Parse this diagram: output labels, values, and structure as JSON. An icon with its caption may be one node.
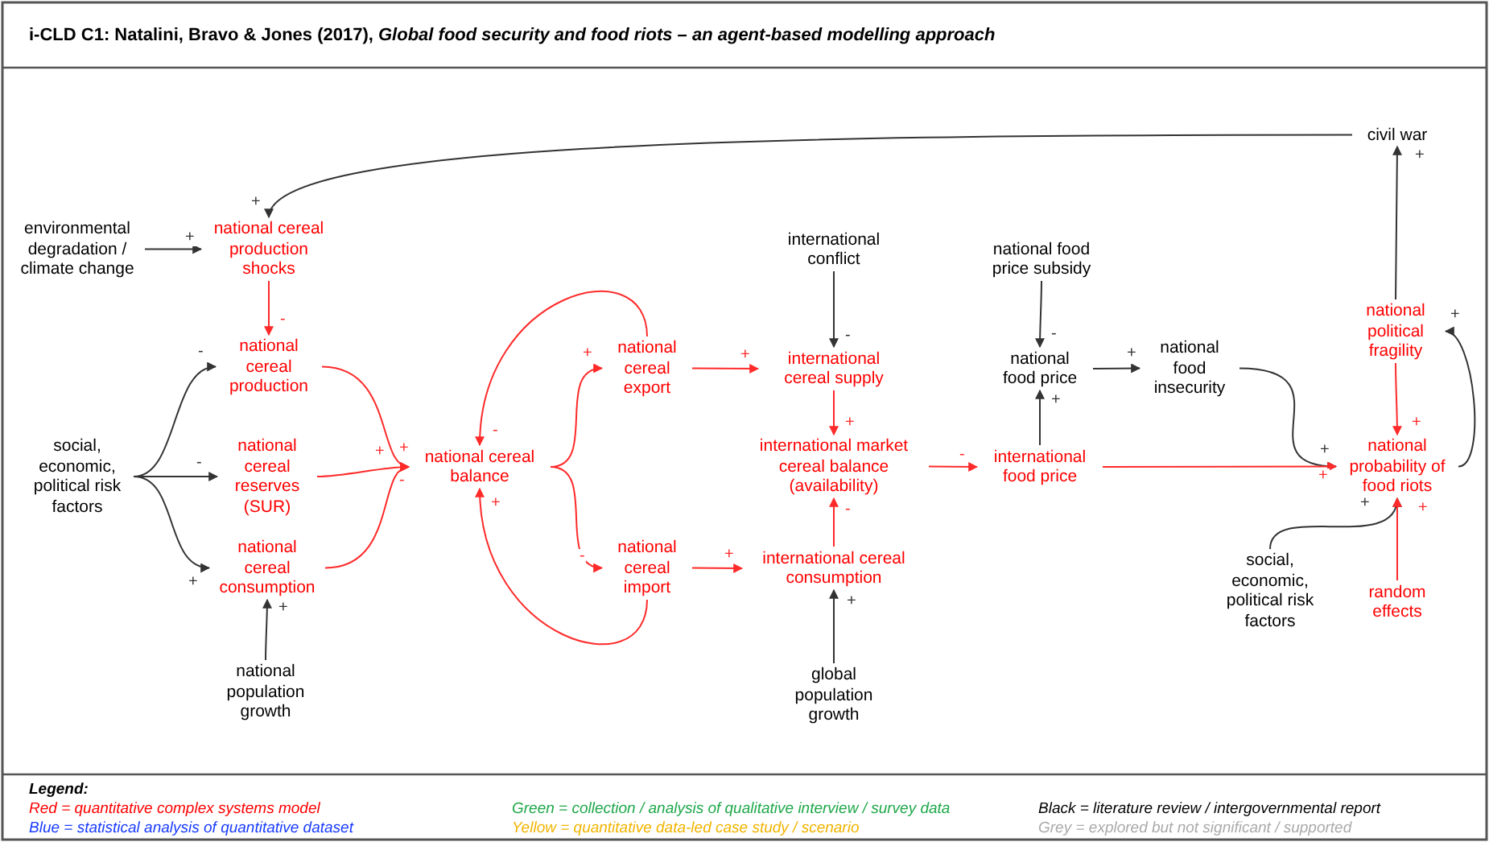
{
  "diagram": {
    "title": "i-CLD C1: Natalini, Bravo & Jones (2017), *Global food security and food riots – an agent-based modelling approach*",
    "nodes": [
      {
        "text": [
          "environmental degradation / climate change"
        ]
      },
      {
        "text": [
          "national cereal production shocks"
        ]
      },
      {
        "text": [
          "national cereal production"
        ]
      },
      {
        "text": [
          "social, economic, political risk factors"
        ]
      },
      {
        "text": [
          "national cereal reserves (SUR)"
        ]
      },
      {
        "text": [
          "national cereal consumption"
        ]
      },
      {
        "text": [
          "national population growth"
        ]
      },
      {
        "text": [
          "national cereal balance"
        ]
      },
      {
        "text": [
          "national cereal export"
        ]
      },
      {
        "text": [
          "national cereal import"
        ]
      },
      {
        "text": [
          "international conflict"
        ]
      },
      {
        "text": [
          "international cereal supply"
        ]
      },
      {
        "text": [
          "international market cereal balance (availability)"
        ]
      },
      {
        "text": [
          "international cereal consumption"
        ]
      },
      {
        "text": [
          "global population growth"
        ]
      },
      {
        "text": [
          "national food price subsidy"
        ]
      },
      {
        "text": [
          "national food price"
        ]
      },
      {
        "text": [
          "national food insecurity"
        ]
      },
      {
        "text": [
          "international food price"
        ]
      },
      {
        "text": [
          "civil war"
        ]
      },
      {
        "text": [
          "national political fragility"
        ]
      },
      {
        "text": [
          "national probability of food riots"
        ]
      },
      {
        "text": [
          "social, economic, political risk factors"
        ]
      },
      {
        "text": [
          "random effects"
        ]
      }
    ],
    "edges": [
      {
        "from": 0,
        "to": 1,
        "arrow": "to",
        "label": "+",
        "color": "#333333"
      },
      {
        "from": 19,
        "to": 1,
        "arrow": "to",
        "label": "+",
        "color": "#333333"
      },
      {
        "from": 1,
        "to": 2,
        "arrow": "to",
        "label": "-"
      },
      {
        "from": 3,
        "to": 2,
        "arrow": "to",
        "label": "-",
        "color": "#333333"
      },
      {
        "from": 3,
        "to": 4,
        "arrow": "to",
        "label": "-",
        "color": "#333333"
      },
      {
        "from": 3,
        "to": 5,
        "arrow": "to",
        "label": "+",
        "color": "#333333"
      },
      {
        "from": 6,
        "to": 5,
        "arrow": "to",
        "label": "+",
        "color": "#333333"
      },
      {
        "from": 2,
        "to": 7,
        "arrow": "to",
        "label": "+"
      },
      {
        "from": 4,
        "to": 7,
        "arrow": "to",
        "label": "+"
      },
      {
        "from": 5,
        "to": 7,
        "arrow": "to",
        "label": "-"
      },
      {
        "from": 8,
        "to": 7,
        "arrow": "to",
        "label": "-"
      },
      {
        "from": 9,
        "to": 7,
        "arrow": "to",
        "label": "+"
      },
      {
        "from": 7,
        "to": 8,
        "arrow": "to",
        "label": "+"
      },
      {
        "from": 7,
        "to": 9,
        "arrow": "to",
        "label": "-"
      },
      {
        "from": 8,
        "to": 11,
        "arrow": "to",
        "label": "+"
      },
      {
        "from": 9,
        "to": 13,
        "arrow": "to",
        "label": "+"
      },
      {
        "from": 10,
        "to": 11,
        "arrow": "to",
        "label": "-",
        "color": "#333333"
      },
      {
        "from": 11,
        "to": 12,
        "arrow": "to",
        "label": "+"
      },
      {
        "from": 13,
        "to": 12,
        "arrow": "to",
        "label": "-"
      },
      {
        "from": 14,
        "to": 13,
        "arrow": "to",
        "label": "+",
        "color": "#333333"
      },
      {
        "from": 12,
        "to": 18,
        "arrow": "to",
        "label": "-"
      },
      {
        "from": 15,
        "to": 16,
        "arrow": "to",
        "label": "-",
        "color": "#333333"
      },
      {
        "from": 18,
        "to": 16,
        "arrow": "to",
        "label": "+",
        "color": "#333333"
      },
      {
        "from": 16,
        "to": 17,
        "arrow": "to",
        "label": "+",
        "color": "#333333"
      },
      {
        "from": 17,
        "to": 21,
        "arrow": "to",
        "label": "+",
        "color": "#333333"
      },
      {
        "from": 18,
        "to": 21,
        "arrow": "to",
        "label": "+"
      },
      {
        "from": 20,
        "to": 21,
        "arrow": "to",
        "label": "+"
      },
      {
        "from": 21,
        "to": 20,
        "arrow": "to",
        "label": "+",
        "color": "#333333"
      },
      {
        "from": 20,
        "to": 19,
        "arrow": "to",
        "label": "+",
        "color": "#333333"
      },
      {
        "from": 22,
        "to": 21,
        "arrow": "to",
        "label": "+",
        "color": "#333333"
      },
      {
        "from": 23,
        "to": 21,
        "arrow": "to",
        "label": "+"
      }
    ],
    "labels": [
      "Legend:"
    ],
    "legend": [
      {
        "text": "Red = quantitative complex systems model",
        "color": "#ff0000"
      },
      {
        "text": "Blue = statistical analysis of quantitative dataset",
        "color": "#1a3cff"
      },
      {
        "text": "Green = collection / analysis of qualitative interview / survey data",
        "color": "#1fa84a"
      },
      {
        "text": "Yellow = quantitative data-led case study / scenario",
        "color": "#f2b400"
      },
      {
        "text": "Black = literature review / intergovernmental report",
        "color": "#000000"
      },
      {
        "text": "Grey = explored but not significant / supported",
        "color": "#aaaaaa"
      }
    ]
  }
}
